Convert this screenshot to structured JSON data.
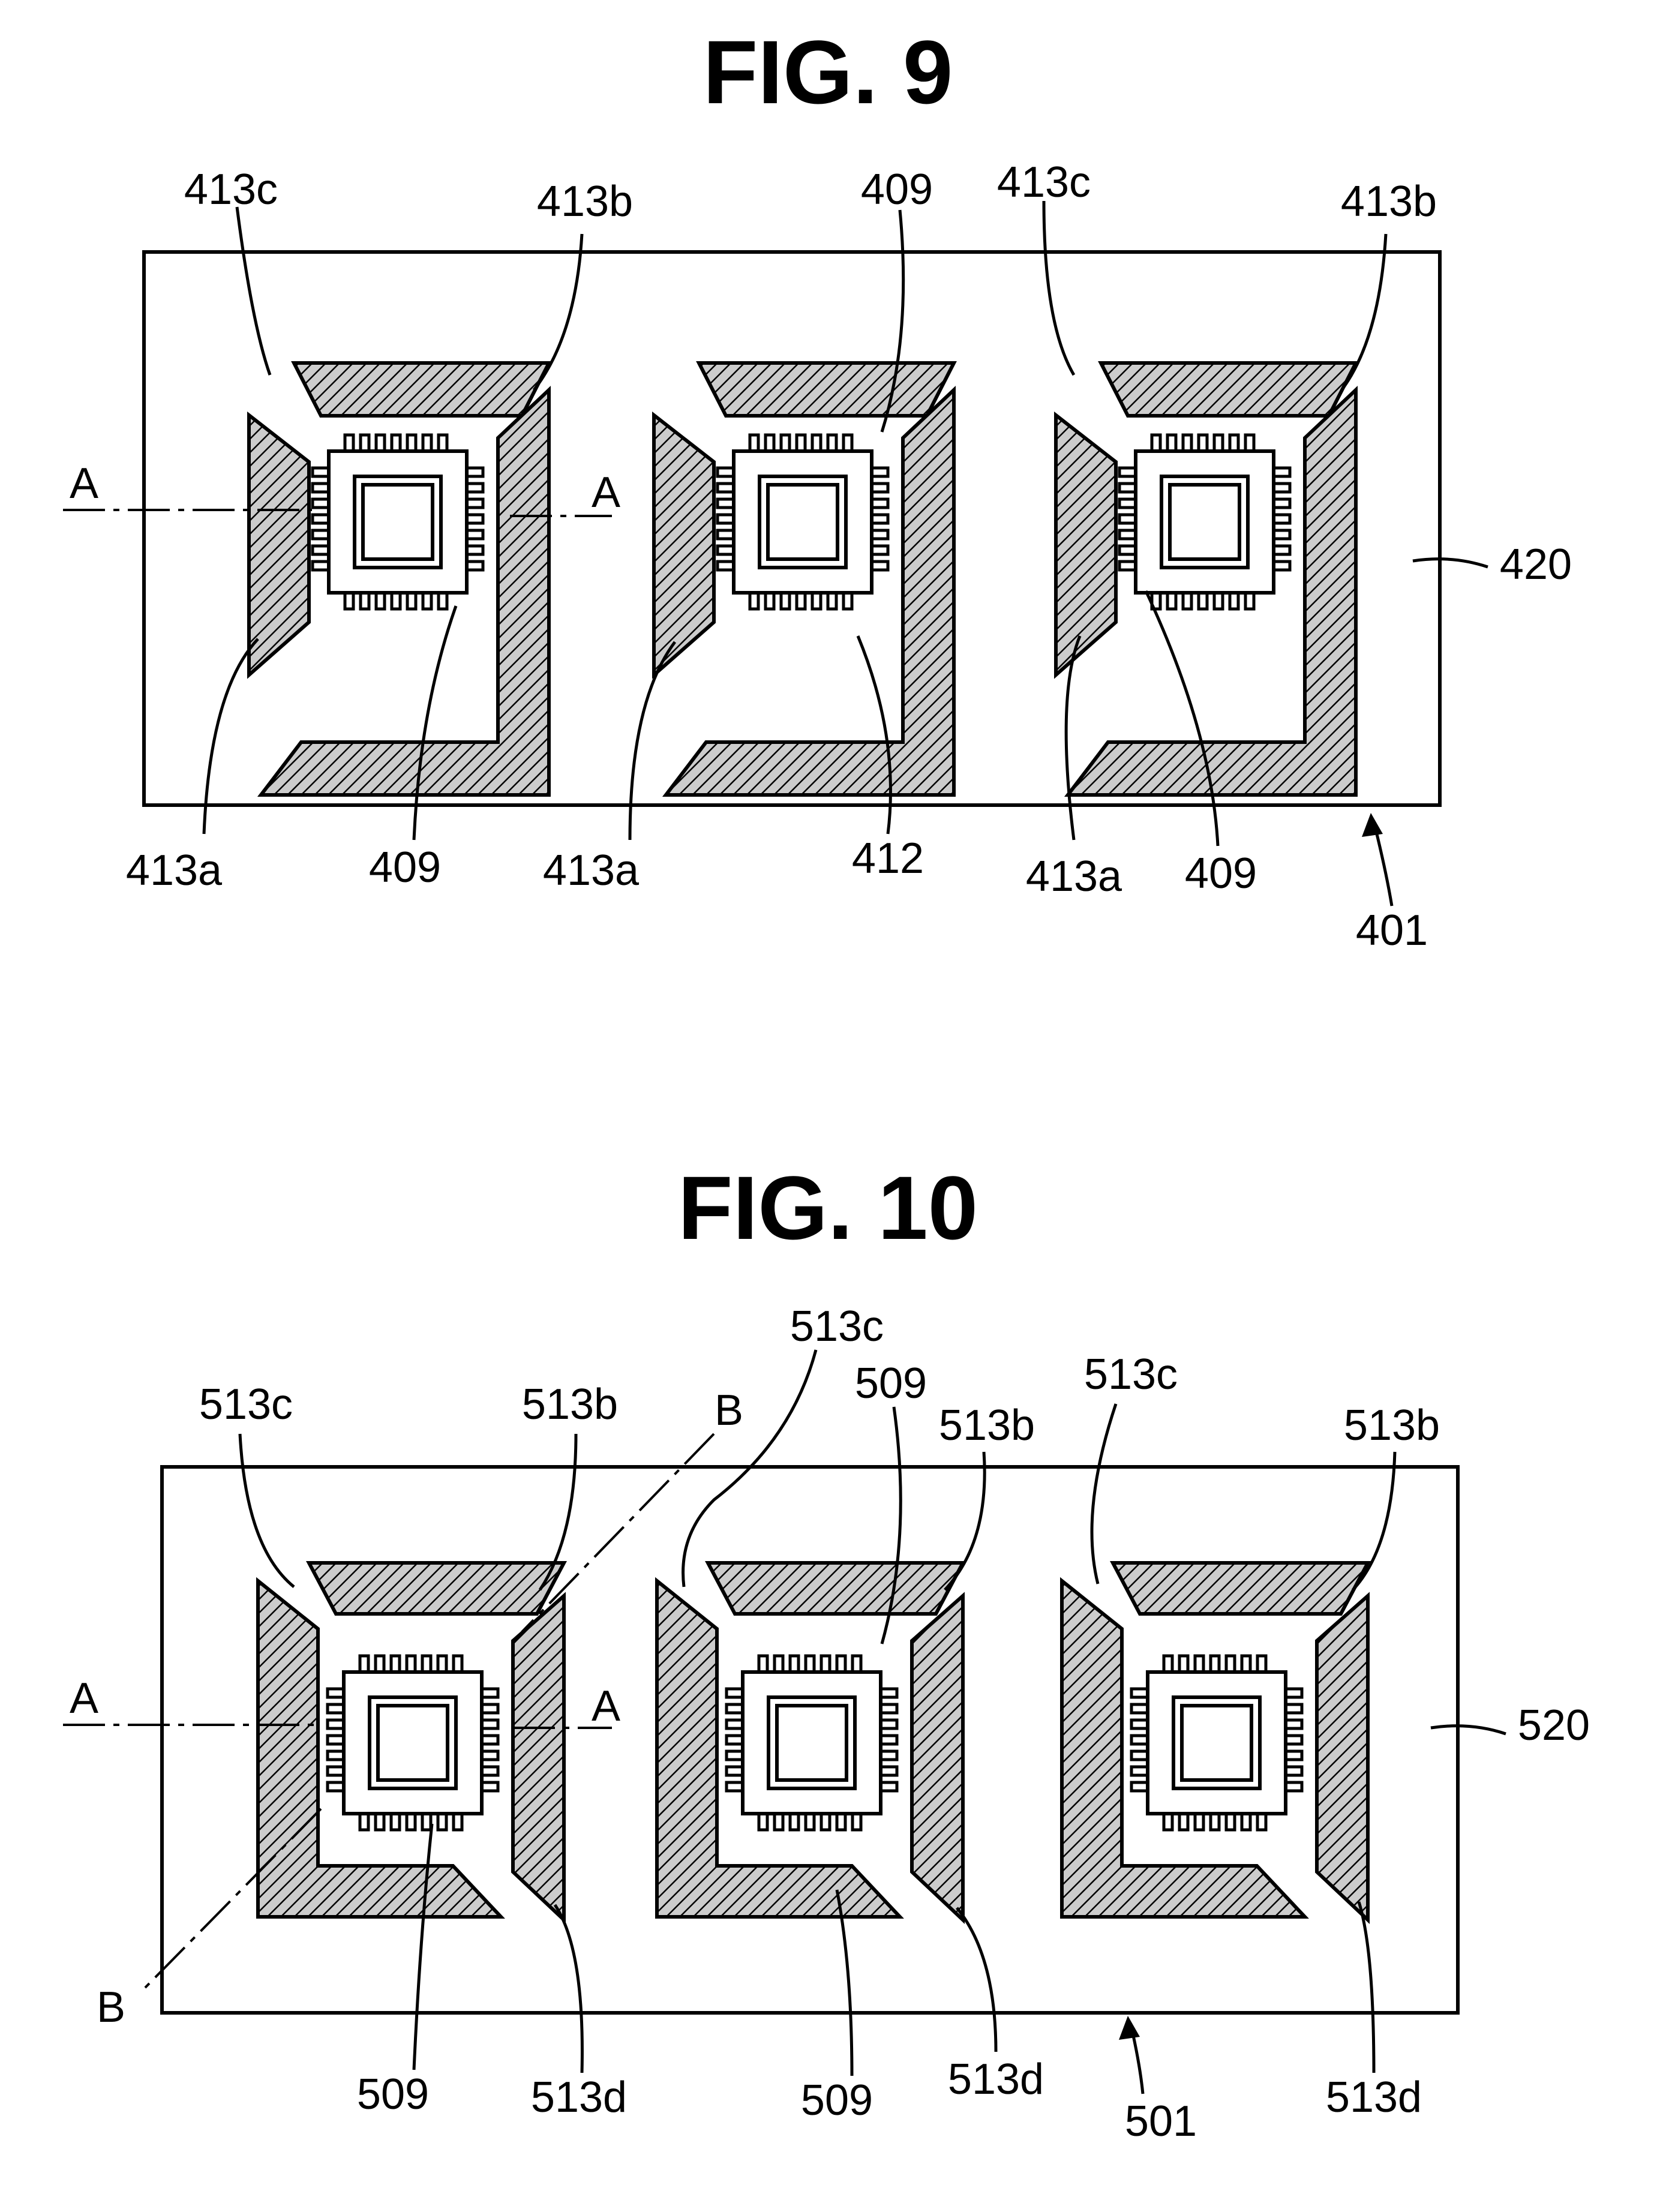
{
  "fig9": {
    "title": "FIG. 9",
    "labels": {
      "l413c_1": "413c",
      "l413b_1": "413b",
      "l409_top": "409",
      "l413c_2": "413c",
      "l413b_2": "413b",
      "lA_left": "A",
      "lA_right": "A",
      "l420": "420",
      "l413a_1": "413a",
      "l409_b1": "409",
      "l413a_2": "413a",
      "l412": "412",
      "l413a_3": "413a",
      "l409_b3": "409",
      "l401": "401"
    }
  },
  "fig10": {
    "title": "FIG. 10",
    "labels": {
      "l513c_mid": "513c",
      "l513c_1": "513c",
      "l513b_1": "513b",
      "lB_top": "B",
      "l509_top": "509",
      "l513b_2": "513b",
      "l513c_3": "513c",
      "l513b_3": "513b",
      "lA_left": "A",
      "lA_right": "A",
      "l520": "520",
      "lB_bottom": "B",
      "l509_b1": "509",
      "l513d_1": "513d",
      "l509_b2": "509",
      "l513d_2": "513d",
      "l501": "501",
      "l513d_3": "513d"
    }
  }
}
